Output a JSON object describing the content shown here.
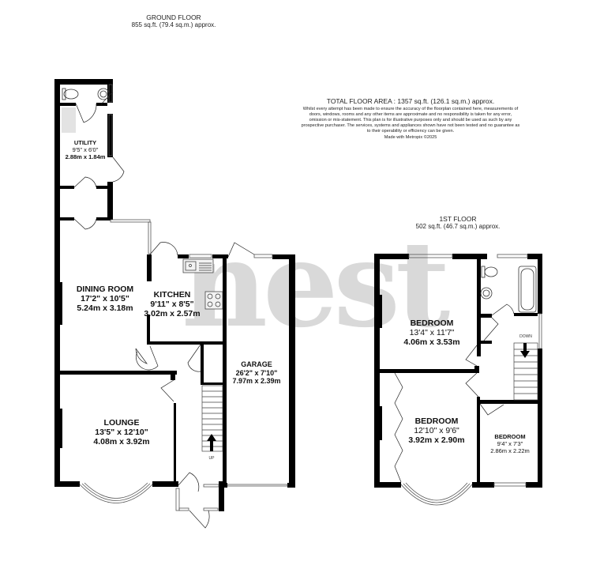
{
  "ground_floor": {
    "title": "GROUND FLOOR",
    "area": "855 sq.ft. (79.4 sq.m.) approx.",
    "rooms": [
      {
        "name": "UTILITY",
        "imperial": "9'5\"  x 6'0\"",
        "metric": "2.88m  x 1.84m"
      },
      {
        "name": "DINING ROOM",
        "imperial": "17'2\"  x 10'5\"",
        "metric": "5.24m  x 3.18m"
      },
      {
        "name": "KITCHEN",
        "imperial": "9'11\"  x 8'5\"",
        "metric": "3.02m  x 2.57m"
      },
      {
        "name": "GARAGE",
        "imperial": "26'2\"  x 7'10\"",
        "metric": "7.97m  x 2.39m"
      },
      {
        "name": "LOUNGE",
        "imperial": "13'5\"  x 12'10\"",
        "metric": "4.08m  x 3.92m"
      }
    ],
    "stairs_label": "UP"
  },
  "first_floor": {
    "title": "1ST FLOOR",
    "area": "502 sq.ft. (46.7 sq.m.) approx.",
    "rooms": [
      {
        "name": "BEDROOM",
        "imperial": "13'4\"  x 11'7\"",
        "metric": "4.06m  x 3.53m"
      },
      {
        "name": "BEDROOM",
        "imperial": "12'10\"  x 9'6\"",
        "metric": "3.92m  x 2.90m"
      },
      {
        "name": "BEDROOM",
        "imperial": "9'4\"  x 7'3\"",
        "metric": "2.86m  x 2.22m"
      }
    ],
    "stairs_label": "DOWN"
  },
  "total": {
    "title": "TOTAL FLOOR AREA : 1357 sq.ft. (126.1 sq.m.) approx.",
    "disclaimer": "Whilst every attempt has been made to ensure the accuracy of the floorplan contained here, measurements of doors, windows, rooms and any other items are approximate and no responsibility is taken for any error, omission or mis-statement. This plan is for illustrative purposes only and should be used as such by any prospective purchaser. The services, systems and appliances shown have not been tested and no guarantee as to their operability or efficiency can be given.",
    "made_with": "Made with Metropix ©2025"
  },
  "watermark": "nest"
}
